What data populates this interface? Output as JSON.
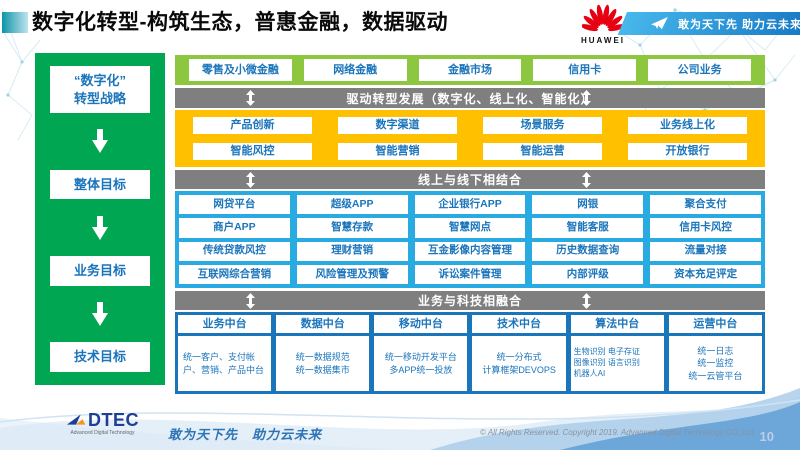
{
  "page": {
    "title": "数字化转型-构筑生态，普惠金融，数据驱动",
    "page_number": "10"
  },
  "header": {
    "huawei_wordmark": "HUAWEI",
    "banner_slogan": "敢为天下先 助力云未来"
  },
  "strategy_sidebar": {
    "items": [
      "“数字化”\n转型战略",
      "整体目标",
      "业务目标",
      "技术目标"
    ]
  },
  "business_lines": [
    "零售及小微金融",
    "网络金融",
    "金融市场",
    "信用卡",
    "公司业务"
  ],
  "divider_bars": {
    "drive": "驱动转型发展（数字化、线上化、智能化）",
    "online_offline": "线上与线下相结合",
    "tech_fusion": "业务与科技相融合"
  },
  "transform_capabilities": {
    "row1": [
      "产品创新",
      "数字渠道",
      "场景服务",
      "业务线上化"
    ],
    "row2": [
      "智能风控",
      "智能营销",
      "智能运营",
      "开放银行"
    ]
  },
  "scenario_matrix": {
    "row1": [
      "网贷平台",
      "超级APP",
      "企业银行APP",
      "网银",
      "聚合支付"
    ],
    "row2": [
      "商户APP",
      "智慧存款",
      "智慧网点",
      "智能客服",
      "信用卡风控"
    ],
    "row3": [
      "传统贷款风控",
      "理财营销",
      "互金影像内容管理",
      "历史数据查询",
      "流量对接"
    ],
    "row4": [
      "互联网综合营销",
      "风险管理及预警",
      "诉讼案件管理",
      "内部评级",
      "资本充足评定"
    ]
  },
  "middle_platforms": {
    "columns": [
      {
        "header": "业务中台",
        "detail": "统一客户、支付帐户、营销、产品中台"
      },
      {
        "header": "数据中台",
        "detail": "统一数据规范\n统一数据集市"
      },
      {
        "header": "移动中台",
        "detail": "统一移动开发平台\n多APP统一投放"
      },
      {
        "header": "技术中台",
        "detail": "统一分布式\n计算框架DEVOPS"
      },
      {
        "header": "算法中台",
        "detail": "生物识别 电子存证\n图像识别 语言识别\n机器人AI"
      },
      {
        "header": "运营中台",
        "detail": "统一日志\n统一监控\n统一云管平台"
      }
    ]
  },
  "footer": {
    "logo_text": "DTEC",
    "logo_subtext": "Advanced Digital Technology",
    "slogan": "敢为天下先　助力云未来",
    "copyright": "© All Rights Reserved. Copyright 2019. Advanced Digital Technology CO.,Ltd"
  },
  "icons": {
    "huawei_flower": "red-petal-flower",
    "paper_plane": "paper-plane",
    "down_arrow": "white-down-arrow",
    "updown_arrow": "white-up-down-arrow",
    "dtec_arrow": "blue-orange-arrow"
  },
  "colors": {
    "sidebar_green": "#00A651",
    "band_green": "#8DC63F",
    "bar_gray": "#7F7F7F",
    "band_yellow": "#FFC000",
    "band_blue": "#29ABE2",
    "band_deep_blue": "#1B75BB",
    "box_text_blue": "#1B75BB",
    "huawei_red": "#E60012",
    "slogan_blue": "#2E75B6"
  }
}
